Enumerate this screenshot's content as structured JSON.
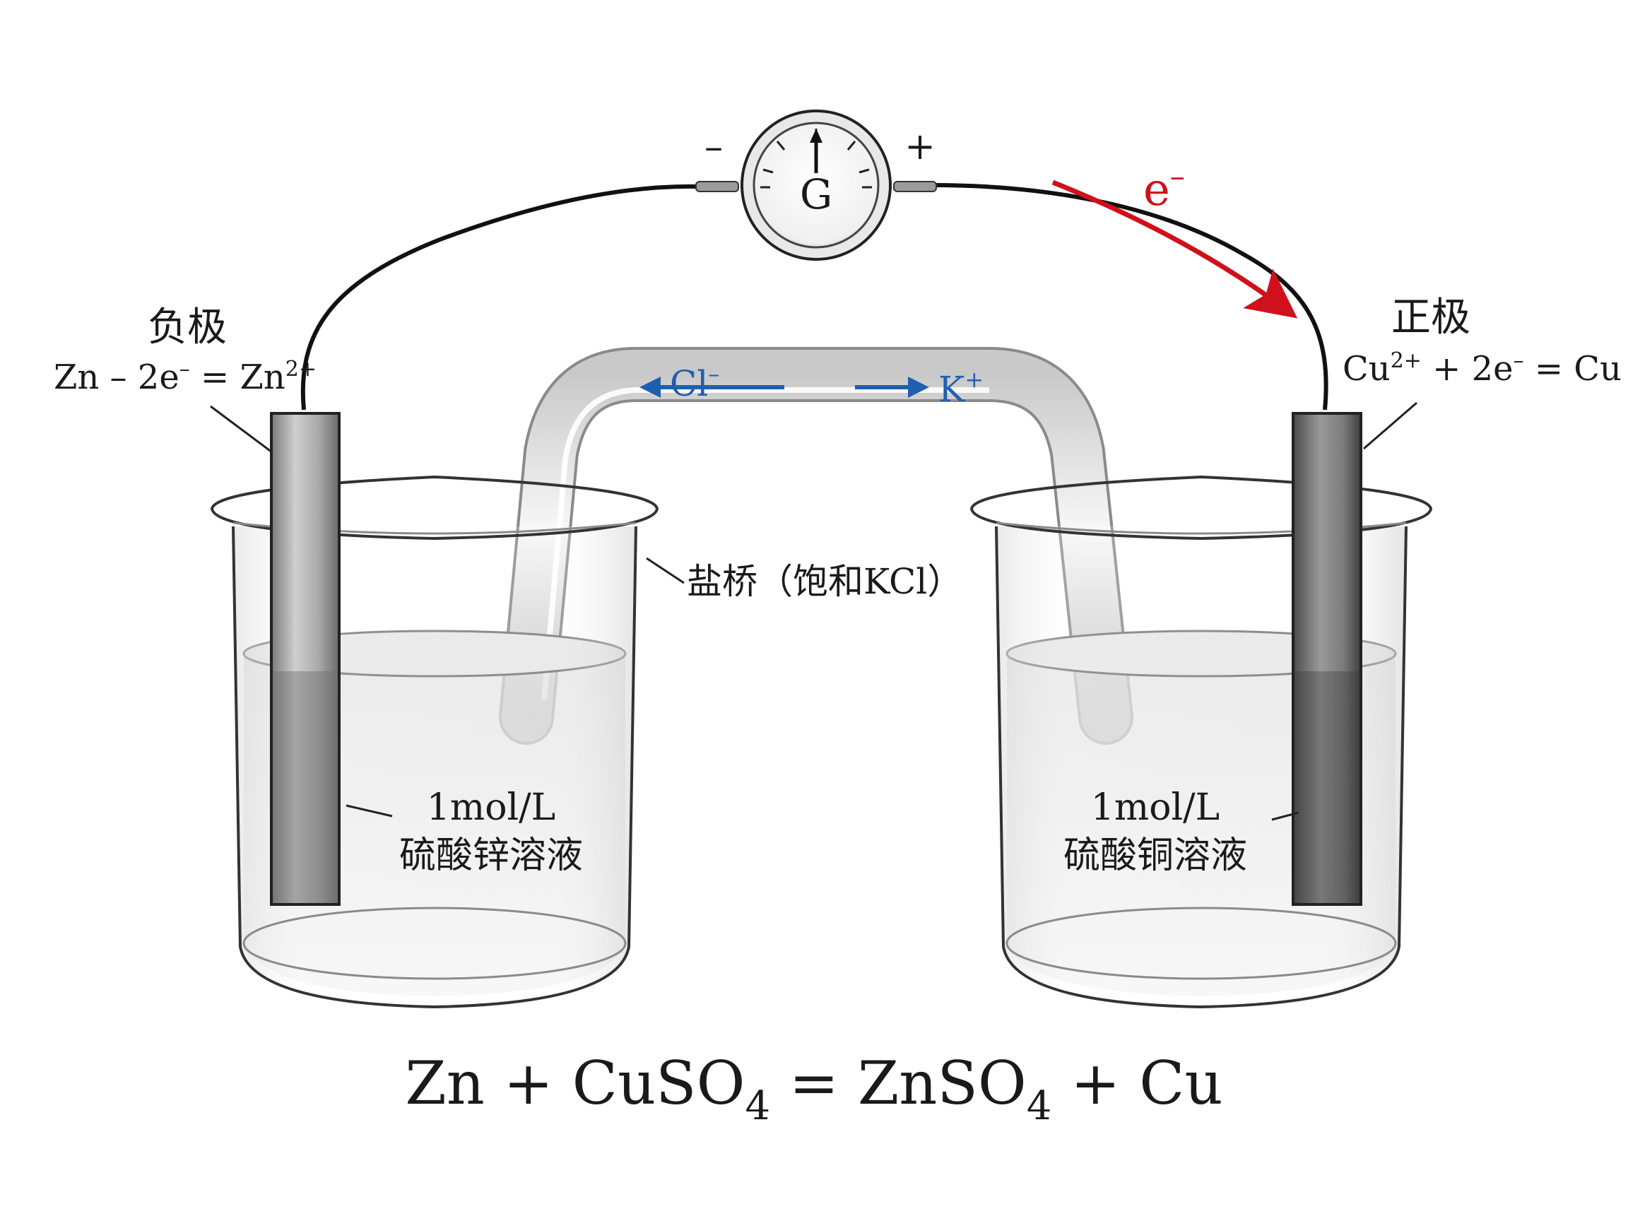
{
  "galvanometer": {
    "label": "G",
    "minus": "–",
    "plus": "+"
  },
  "electron": {
    "label": "e",
    "charge": "–"
  },
  "anode": {
    "title": "负极",
    "eq": {
      "a": "Zn – 2e",
      "a_sup": "–",
      "b": " = Zn",
      "b_sup": "2+"
    }
  },
  "cathode": {
    "title": "正极",
    "eq": {
      "a": "Cu",
      "a_sup": "2+",
      "b": " + 2e",
      "b_sup": "–",
      "c": " = Cu"
    }
  },
  "salt_bridge": {
    "label": "盐桥（饱和KCl）",
    "anion": "Cl",
    "anion_sup": "–",
    "cation": "K",
    "cation_sup": "+"
  },
  "left_solution": {
    "line1": "1mol/L",
    "line2": "硫酸锌溶液"
  },
  "right_solution": {
    "line1": "1mol/L",
    "line2": "硫酸铜溶液"
  },
  "overall_equation": {
    "p1": "Zn + CuSO",
    "s1": "4",
    "p2": " = ZnSO",
    "s2": "4",
    "p3": " + Cu"
  },
  "colors": {
    "electron_arrow": "#d0101a",
    "ion_arrow": "#1f5fb0",
    "wire": "#111111"
  }
}
